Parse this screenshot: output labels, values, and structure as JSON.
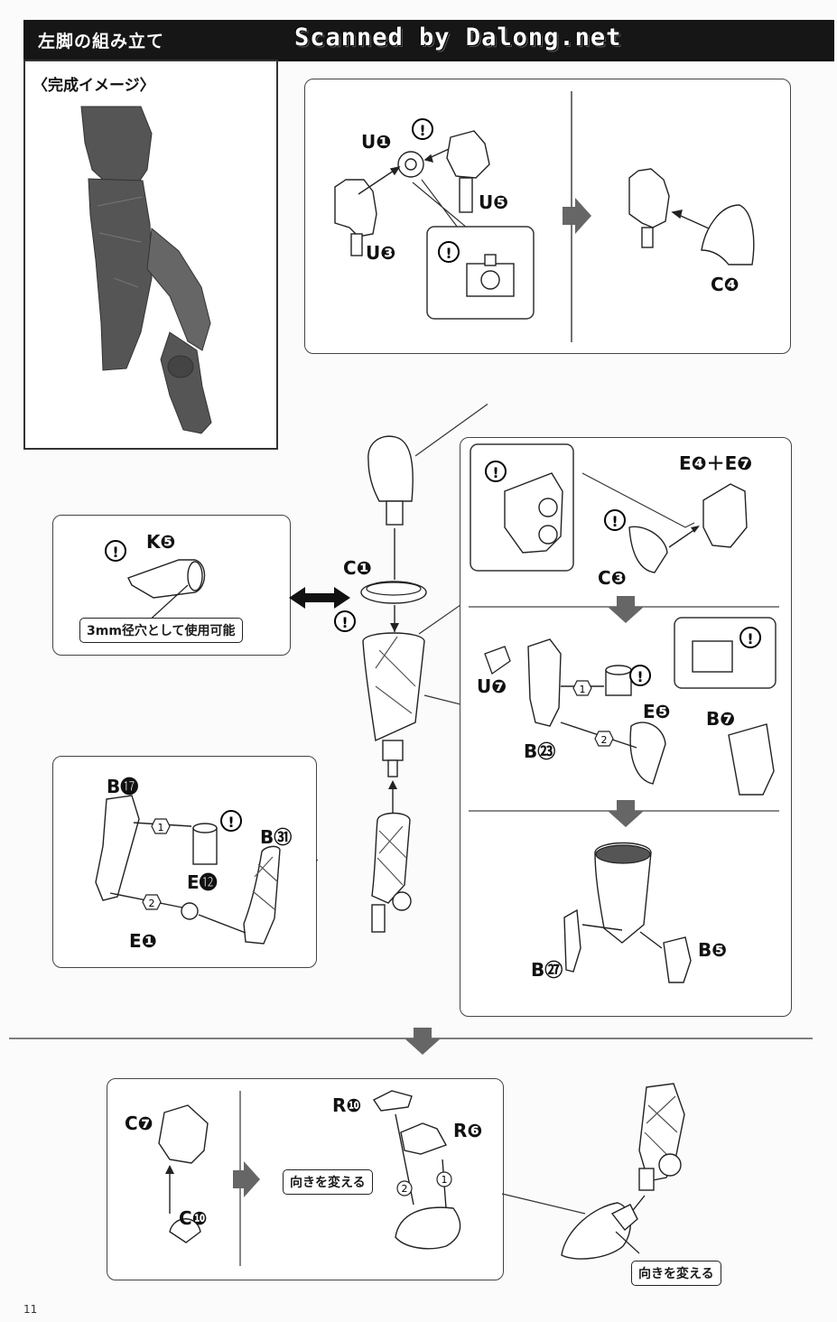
{
  "header": {
    "title": "左脚の組み立て",
    "watermark": "Scanned by Dalong.net"
  },
  "preview": {
    "title": "〈完成イメージ〉"
  },
  "labels": {
    "u1": "U❶",
    "u5": "U❺",
    "u3": "U❸",
    "c4": "C❹",
    "c1": "C❶",
    "k5": "K❺",
    "e4e7": "E❹＋E❼",
    "c3": "C❸",
    "u7": "U❼",
    "e5": "E❺",
    "b7": "B❼",
    "b23": "B㉓",
    "b17": "B⓱",
    "b31": "B㉛",
    "e12": "E⓬",
    "e1": "E❶",
    "b27": "B㉗",
    "b5": "B❺",
    "c7": "C❼",
    "c10": "C❿",
    "r10": "R❿",
    "r6": "R❻"
  },
  "callouts": {
    "hole_note": "3mm径穴として使用可能",
    "turn_note_1": "向きを変える",
    "turn_note_2": "向きを変える"
  },
  "footer": {
    "page_number": "11"
  }
}
